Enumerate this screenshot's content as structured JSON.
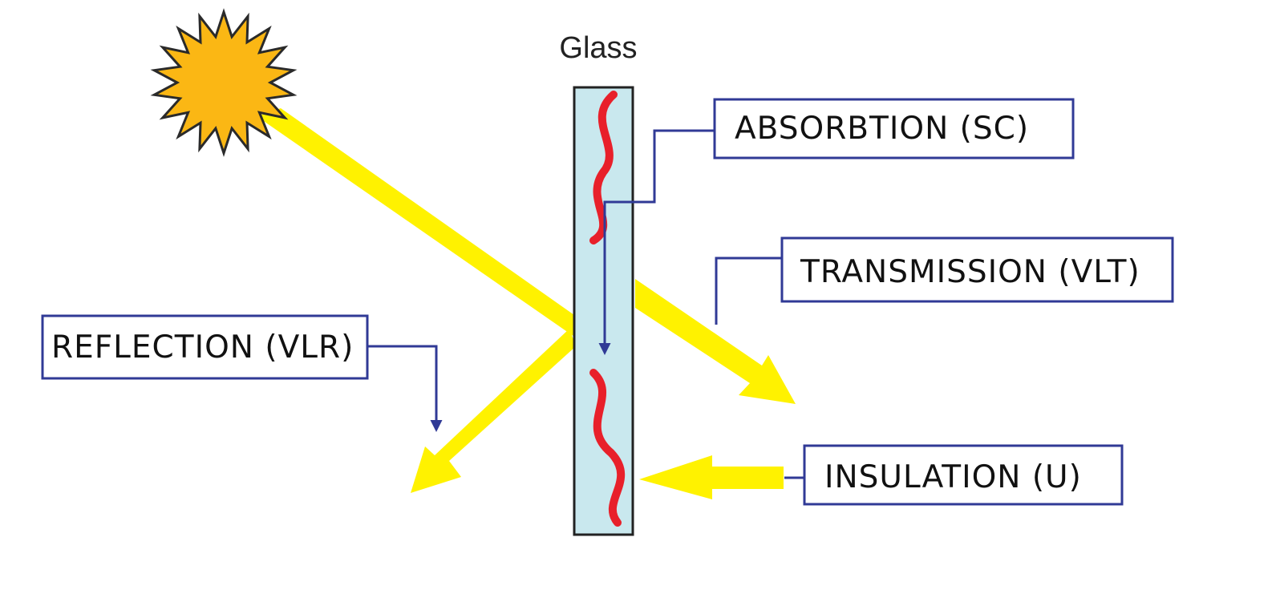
{
  "title": "Glass",
  "labels": {
    "absorption": "ABSORBTION (SC)",
    "transmission": "TRANSMISSION (VLT)",
    "reflection": "REFLECTION (VLR)",
    "insulation": "INSULATION (U)"
  },
  "icons": {
    "sun": "sun-icon"
  },
  "colors": {
    "beam": "#fff200",
    "sun": "#fbb714",
    "glass": "#c9e8ee",
    "wave": "#e8202a",
    "leader": "#303a96"
  }
}
